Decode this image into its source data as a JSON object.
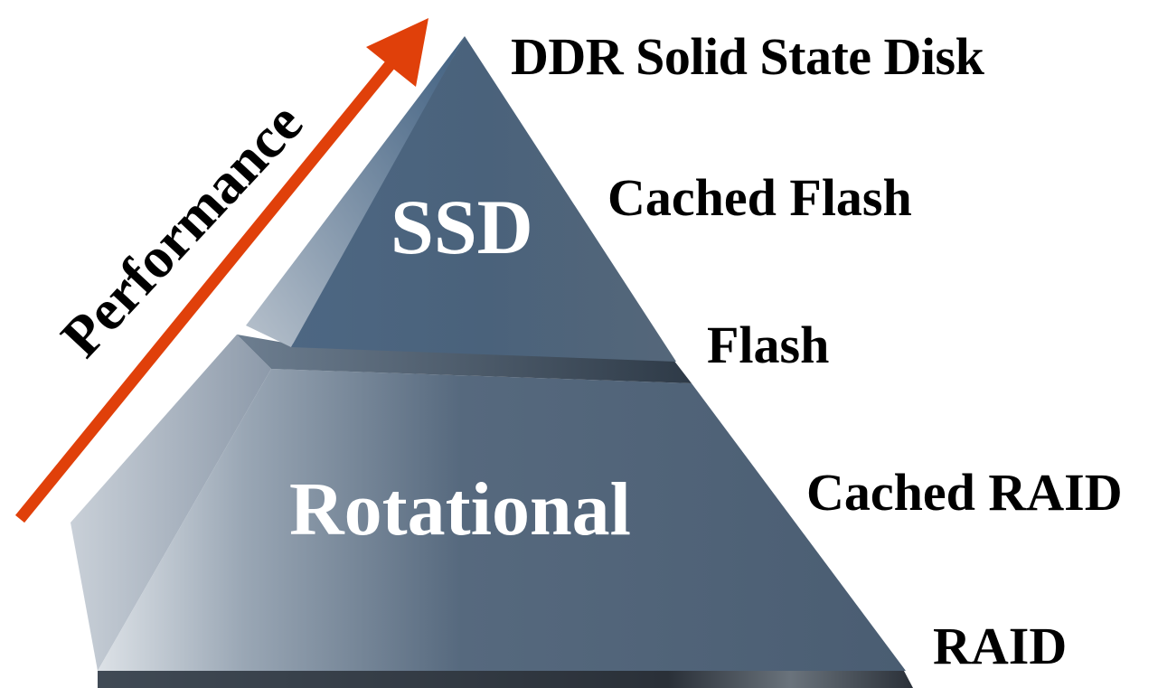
{
  "axis": {
    "label": "Performance",
    "arrow_color": "#e0400a"
  },
  "pyramid": {
    "top_tier": "SSD",
    "bottom_tier": "Rotational",
    "face_color": "#4a6078",
    "light_color": "#b8c2cc"
  },
  "tiers": [
    {
      "label": "DDR Solid State Disk"
    },
    {
      "label": "Cached Flash"
    },
    {
      "label": "Flash"
    },
    {
      "label": "Cached RAID"
    },
    {
      "label": "RAID"
    }
  ]
}
